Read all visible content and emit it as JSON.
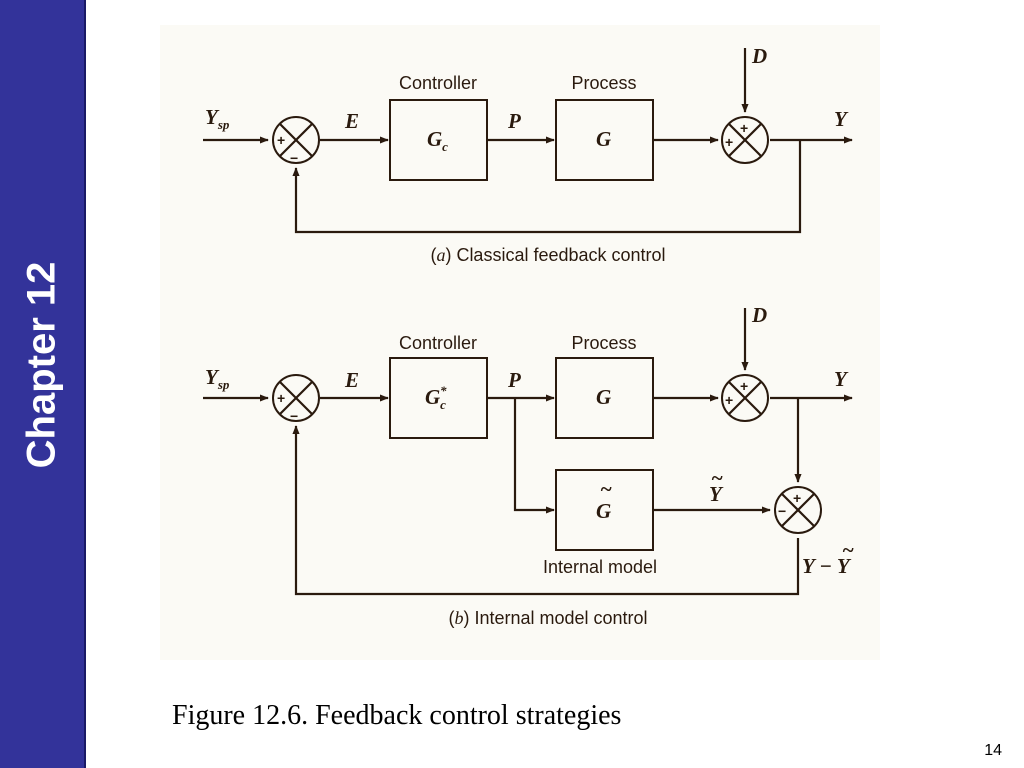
{
  "sidebar": {
    "chapter_label": "Chapter 12"
  },
  "diagram_a": {
    "controller_label": "Controller",
    "process_label": "Process",
    "controller_block": "G",
    "controller_sub": "c",
    "process_block": "G",
    "setpoint": "Y",
    "setpoint_sub": "sp",
    "error": "E",
    "controller_output": "P",
    "disturbance": "D",
    "output": "Y",
    "caption_letter": "a",
    "caption_text": " Classical feedback control"
  },
  "diagram_b": {
    "controller_label": "Controller",
    "process_label": "Process",
    "controller_block": "G",
    "controller_sub": "c",
    "controller_sup": "*",
    "process_block": "G",
    "model_block": "G",
    "model_label": "Internal model",
    "setpoint": "Y",
    "setpoint_sub": "sp",
    "error": "E",
    "controller_output": "P",
    "disturbance": "D",
    "output": "Y",
    "model_output": "Y",
    "difference": "Y − Y",
    "caption_letter": "b",
    "caption_text": " Internal model control"
  },
  "signs": {
    "plus": "+",
    "minus": "−"
  },
  "caption": "Figure 12.6. Feedback control strategies",
  "page_number": "14",
  "colors": {
    "sidebar": "#33339a",
    "ink": "#2a1a0e",
    "panel": "#fbfaf5"
  }
}
